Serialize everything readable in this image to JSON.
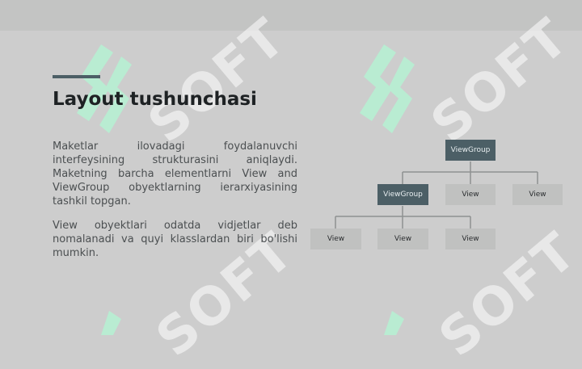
{
  "slide": {
    "title": "Layout tushunchasi",
    "paragraphs": [
      "Maketlar ilovadagi foydalanuvchi interfeysining strukturasini aniqlaydi. Maketning barcha elementlarni View and ViewGroup obyektlarning ierarxiyasining tashkil topgan.",
      "View obyektlari odatda vidjetlar deb nomalanadi va quyi klasslardan biri bo'lishi mumkin."
    ]
  },
  "diagram": {
    "root": "ViewGroup",
    "level1": [
      "ViewGroup",
      "View",
      "View"
    ],
    "level2": [
      "View",
      "View",
      "View"
    ]
  },
  "watermark": {
    "text": "SOFT"
  },
  "colors": {
    "background": "#cdcdcd",
    "topbar": "#c3c4c3",
    "accent": "#4c5f66",
    "view_node": "#c0c1c0",
    "logo_green": "#b9ecd2"
  }
}
